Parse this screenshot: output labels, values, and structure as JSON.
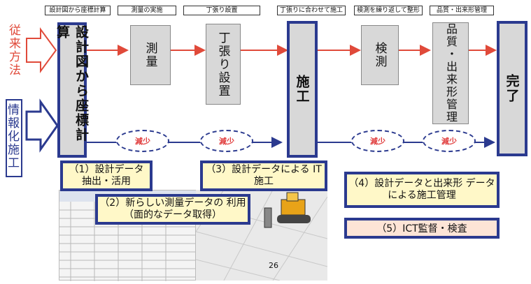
{
  "top_labels": [
    "設計図から座標計算",
    "測量の実施",
    "丁張り設置",
    "丁張りに合わせて施工",
    "検測を繰り返して整形",
    "品質・出来形管理"
  ],
  "side": {
    "traditional": "従来方法",
    "ict": "情報化施工"
  },
  "boxes": {
    "calc": "設計図から座標計算",
    "survey": "測量",
    "batter": "丁張り設置",
    "construct": "施工",
    "inspect": "検測",
    "quality": "品質・出来形管理",
    "done": "完了"
  },
  "reduce_label": "減少",
  "callouts": {
    "c1": "（1）設計データ 抽出・活用",
    "c2": "（2）新らしい測量データの 利用（面的なデータ取得）",
    "c3": "（3）設計データによる IT施工",
    "c4": "（4）設計データと出来形 データによる施工管理",
    "c5": "（5）ICT監督・検査"
  },
  "page_number": "26",
  "colors": {
    "navy": "#2b3a8f",
    "red": "#e04a3a",
    "gray": "#d8d8d8"
  }
}
